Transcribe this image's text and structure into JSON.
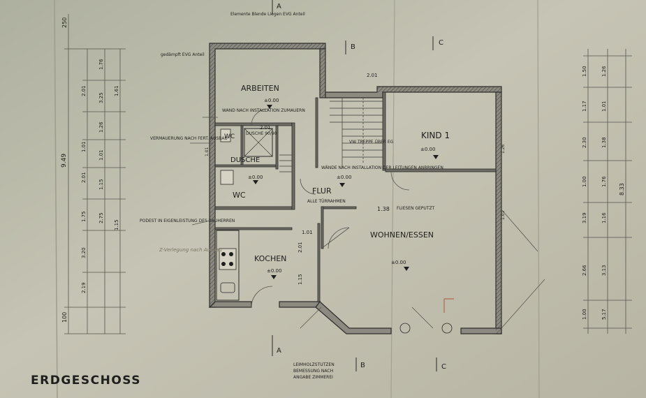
{
  "title": "ERDGESCHOSS",
  "rooms": {
    "arbeiten": "ARBEITEN",
    "dusche": "DUSCHE",
    "wc": "WC",
    "flur": "FLUR",
    "kind1": "KIND 1",
    "wohnen_essen": "WOHNEN/ESSEN",
    "kochen": "KOCHEN"
  },
  "section_markers": {
    "a": "A",
    "b": "B",
    "c": "C"
  },
  "level_marks": {
    "arbeiten": "±0.00",
    "kind1": "±0.00",
    "dusche": "±0.00",
    "flur": "±0.00",
    "wohnen": "±0.00",
    "kochen": "±0.00"
  },
  "notes": {
    "shower_size": "DUSCHE 90/90",
    "flur_sub": "ALLE TÜRRAHMEN",
    "wohnen_note": "FLIESEN GEPUTZT",
    "bottom_note_1": "LEIMHOLZSTUTZEN",
    "bottom_note_2": "BEMESSUNG NACH",
    "bottom_note_3": "ANGABE ZIMMEREI",
    "left_note_1": "gedämpft EVG Anteil",
    "left_note_2": "WAND NACH INSTALLATION ZUMAUERN",
    "left_note_3": "PODEST IN EIGENLEISTUNG DES BAUHERREN",
    "left_note_4": "VERMAUERUNG NACH FERT. AUSBAU",
    "pencil_note": "Z-Verlegung nach Ausbau",
    "top_note": "Elemente Blende Liegen EVG Anteil",
    "stairs_note": "VW TREPPE ÜBER EG",
    "stairs_note2": "WÄNDE NACH INSTALLATION DER LEITUNGEN ANBRINGEN"
  },
  "left_dimensions": {
    "outer": [
      "250",
      "9.49",
      "100"
    ],
    "col2": [
      "2.01",
      "1.01",
      "2.01",
      "3.20",
      "1.75",
      "2.19"
    ],
    "col3": [
      "1.76",
      "3.25",
      "1.26",
      "1.01",
      "1.15",
      "2.75",
      "1.61",
      "1.15"
    ]
  },
  "right_dimensions": {
    "outer": [
      "8.33"
    ],
    "col1": [
      "1.50",
      "1.17",
      "2.30",
      "1.00",
      "3.19",
      "2.66",
      "1.00"
    ],
    "col2": [
      "1.26",
      "1.01",
      "1.38",
      "1.76",
      "1.16",
      "3.13",
      "5.17"
    ]
  },
  "window_labels": [
    "1.26",
    "1.01",
    "1.01"
  ],
  "interior_dims": [
    "2.01",
    "2.01",
    "1.38",
    "1.01",
    "2.01",
    "1.15"
  ]
}
